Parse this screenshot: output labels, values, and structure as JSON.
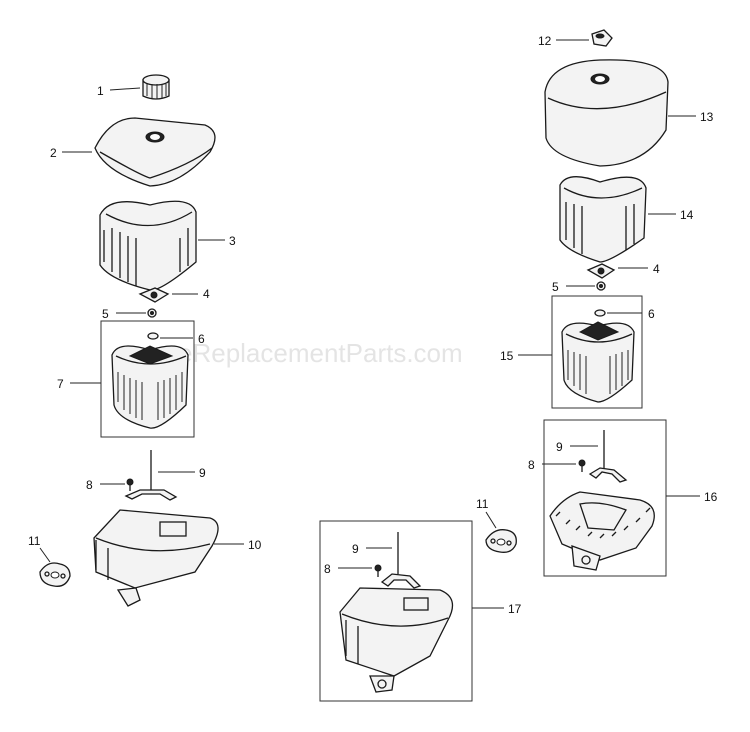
{
  "watermark": "eReplacementParts.com",
  "callouts": {
    "c1": "1",
    "c2": "2",
    "c3": "3",
    "c4a": "4",
    "c5a": "5",
    "c6a": "6",
    "c7": "7",
    "c8a": "8",
    "c9a": "9",
    "c10": "10",
    "c11a": "11",
    "c12": "12",
    "c13": "13",
    "c14": "14",
    "c4b": "4",
    "c5b": "5",
    "c6b": "6",
    "c15": "15",
    "c9b": "9",
    "c8b": "8",
    "c16": "16",
    "c11b": "11",
    "c9c": "9",
    "c8c": "8",
    "c17": "17"
  }
}
